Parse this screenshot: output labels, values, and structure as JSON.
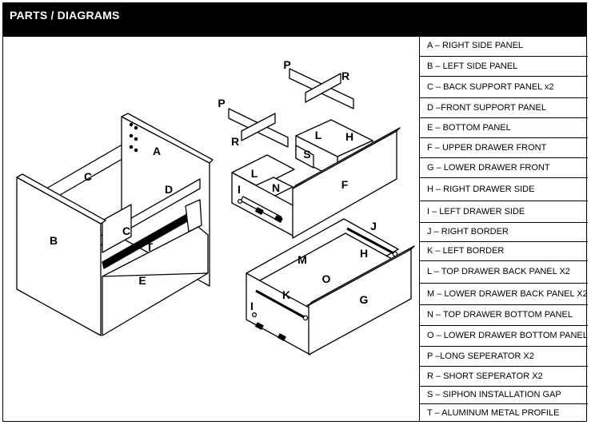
{
  "header": {
    "title": "PARTS / DIAGRAMS"
  },
  "legend": [
    "A – RIGHT SIDE PANEL",
    "B – LEFT SIDE PANEL",
    "C – BACK SUPPORT PANEL x2",
    "D –FRONT SUPPORT PANEL",
    "E – BOTTOM PANEL",
    "F – UPPER DRAWER FRONT",
    "G – LOWER DRAWER FRONT",
    "H – RIGHT DRAWER SIDE",
    "I – LEFT DRAWER SIDE",
    "J – RIGHT BORDER",
    "K – LEFT  BORDER",
    "L – TOP DRAWER BACK PANEL X2",
    "M – LOWER DRAWER BACK PANEL X2",
    "N – TOP DRAWER BOTTOM PANEL",
    "O – LOWER DRAWER BOTTOM PANEL",
    "P –LONG SEPERATOR X2",
    "R – SHORT SEPERATOR X2",
    "S – SIPHON INSTALLATION  GAP",
    "T – ALUMINUM METAL PROFILE"
  ],
  "diagram": {
    "labels": {
      "A": "A",
      "B": "B",
      "C1": "C",
      "C2": "C",
      "D": "D",
      "E": "E",
      "T": "T",
      "P1": "P",
      "R1": "R",
      "P2": "P",
      "R2": "R",
      "L1": "L",
      "H1": "H",
      "S": "S",
      "L2": "L",
      "N": "N",
      "I1": "I",
      "F": "F",
      "J": "J",
      "H2": "H",
      "M": "M",
      "O": "O",
      "K": "K",
      "I2": "I",
      "G": "G"
    }
  }
}
